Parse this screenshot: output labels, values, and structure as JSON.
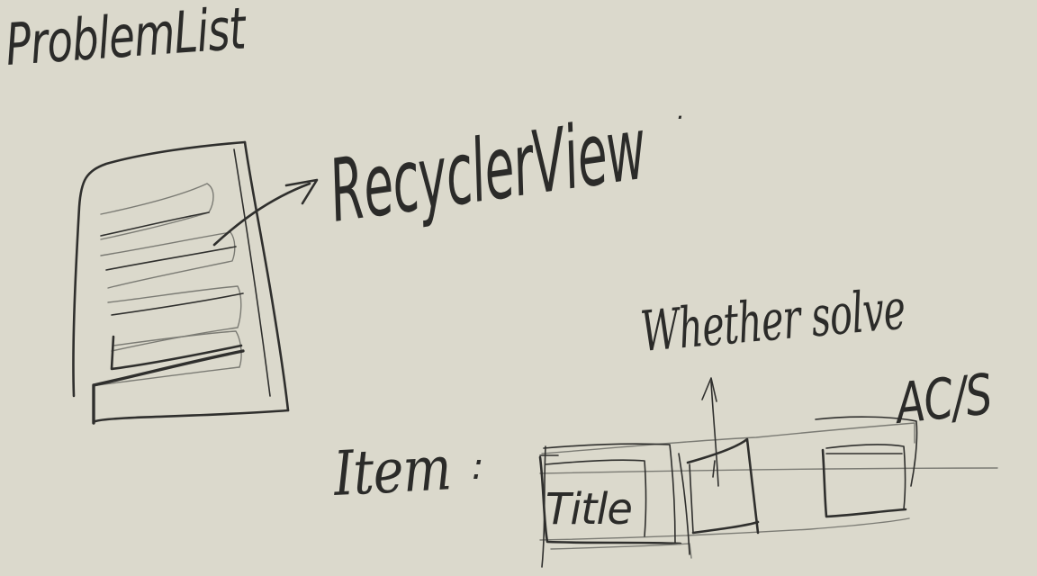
{
  "labels": {
    "title": "ProblemList",
    "recycler": "RecyclerView",
    "recycler_dot": ".",
    "item": "Item",
    "item_colon": ":",
    "cell_title": "Title",
    "whether": "Whether solve",
    "acs": "AC/S"
  },
  "colors": {
    "background": "#dbd9cc",
    "ink": "#2f2f2d"
  }
}
